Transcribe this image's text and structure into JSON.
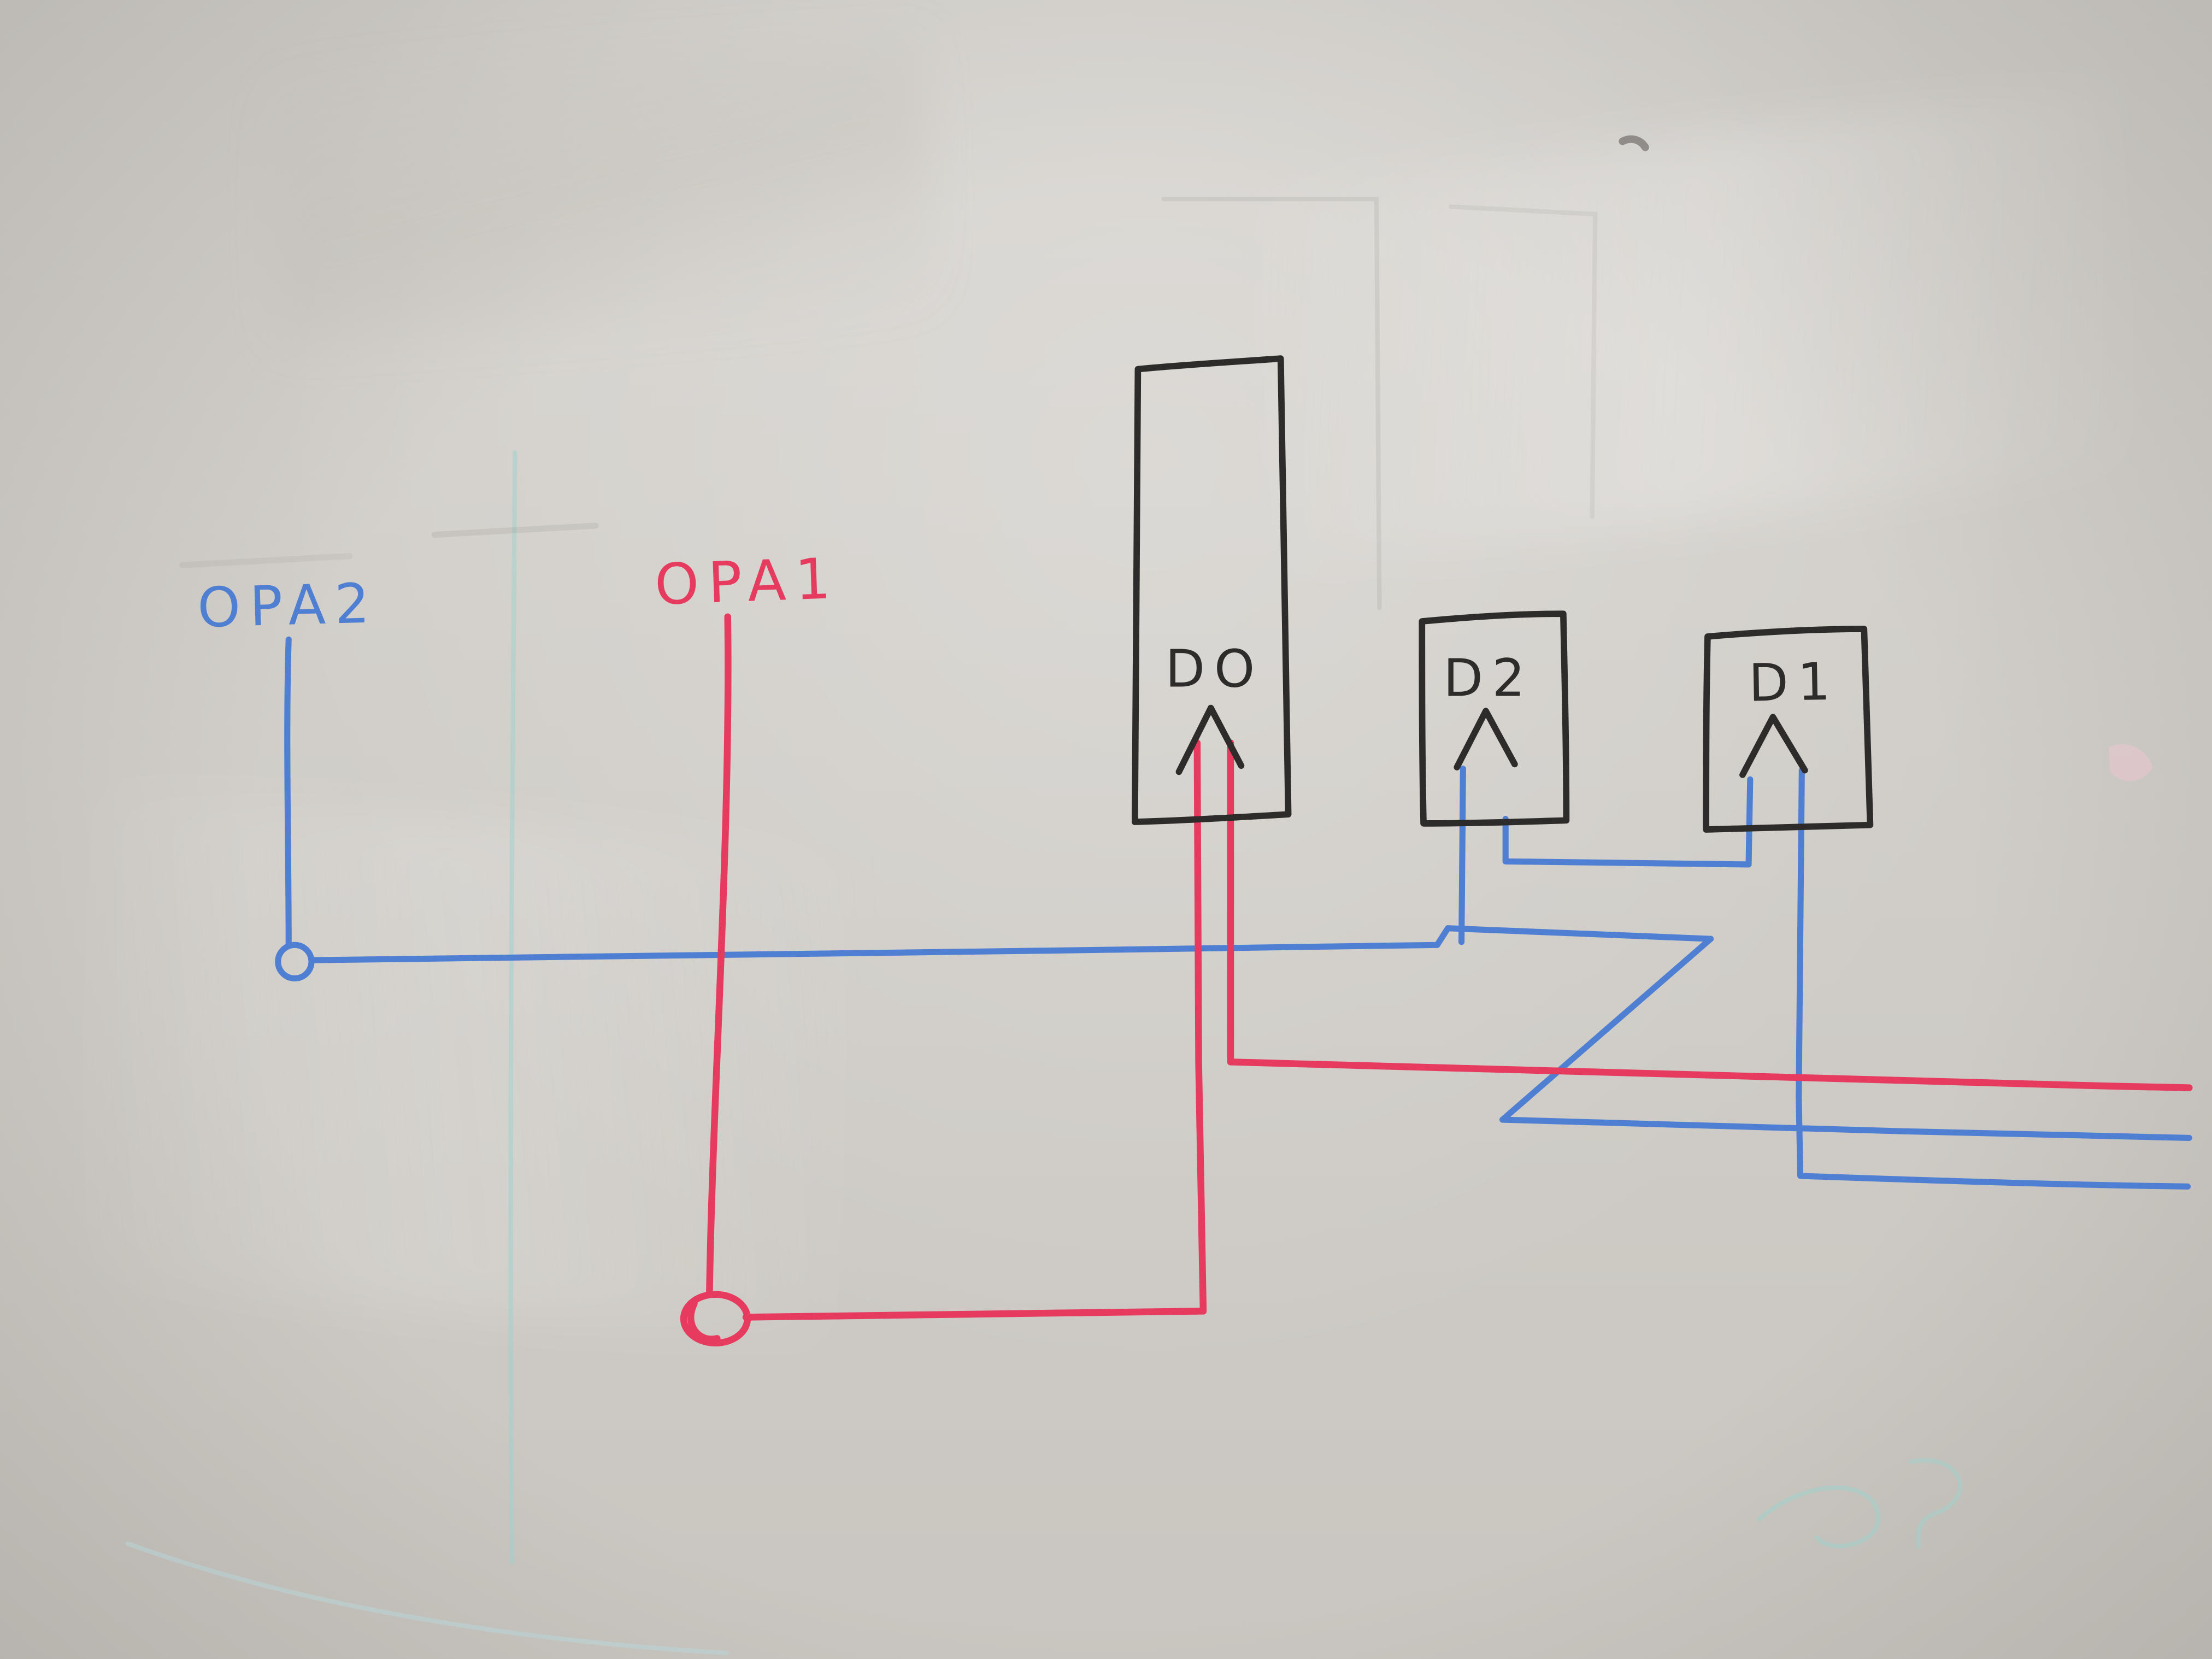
{
  "board": {
    "description": "Hand-drawn whiteboard wiring sketch with two op-amp nets (OPA1 red, OPA2 blue) and three connector boxes D0, D2, D1",
    "colors": {
      "surface": "#d4d1cc",
      "blue_marker": "#4f7fd2",
      "red_marker": "#e73a5f",
      "black_marker": "#2e2c2a",
      "ghost_teal": "#9ed2cb",
      "ghost_cyan": "#b4dde0",
      "smudge_pink": "#eec6d2"
    },
    "labels": {
      "opa2": {
        "text": "OPA2",
        "color": "#4f7fd2"
      },
      "opa1": {
        "text": "OPA1",
        "color": "#e73a5f"
      },
      "d0": {
        "text": "DO",
        "color": "#2e2c2a"
      },
      "d2": {
        "text": "D2",
        "color": "#2e2c2a"
      },
      "d1": {
        "text": "D1",
        "color": "#2e2c2a"
      }
    },
    "wires": [
      {
        "color": "blue",
        "from": "OPA2 label",
        "to": "junction circle then long horizontal bus to D2 left pin"
      },
      {
        "color": "blue",
        "from": "bus right end",
        "to": "diagonal jog down to lower right rail"
      },
      {
        "color": "blue",
        "from": "D2 right pin",
        "to": "D1 left pin"
      },
      {
        "color": "blue",
        "from": "D1 right pin",
        "to": "lower right edge rail"
      },
      {
        "color": "red",
        "from": "OPA1 label",
        "to": "junction circle then right and up into D0 arrow"
      },
      {
        "color": "red",
        "from": "D0 arrow",
        "to": "long rail to right edge"
      }
    ]
  }
}
